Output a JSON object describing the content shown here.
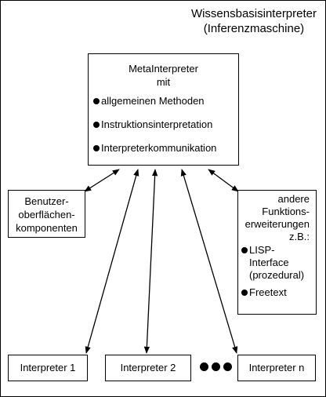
{
  "title": {
    "line1": "Wissensbasisinterpreter",
    "line2": "(Inferenzmaschine)"
  },
  "meta": {
    "line1": "MetaInterpreter",
    "line2": "mit",
    "items": [
      "allgemeinen Methoden",
      "Instruktionsinterpretation",
      "Interpreterkommunikation"
    ]
  },
  "benutzer": {
    "line1": "Benutzer-",
    "line2": "oberflächen-",
    "line3": "komponenten"
  },
  "andere": {
    "line1": "andere",
    "line2": "Funktions-",
    "line3": "erweiterungen",
    "line4": "z.B.:",
    "item1_line1": "LISP-",
    "item1_line2": "Interface",
    "item1_line3": "(prozedural)",
    "item2": "Freetext"
  },
  "interpreters": {
    "i1": "Interpreter 1",
    "i2": "Interpreter 2",
    "in": "Interpreter n"
  }
}
